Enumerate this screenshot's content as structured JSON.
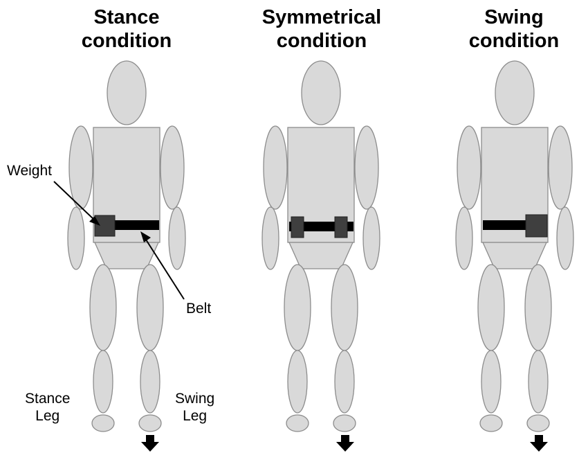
{
  "panels": [
    {
      "title_line1": "Stance",
      "title_line2": "condition"
    },
    {
      "title_line1": "Symmetrical",
      "title_line2": "condition"
    },
    {
      "title_line1": "Swing",
      "title_line2": "condition"
    }
  ],
  "labels": {
    "weight": "Weight",
    "belt": "Belt",
    "stance_leg_line1": "Stance",
    "stance_leg_line2": "Leg",
    "swing_leg_line1": "Swing",
    "swing_leg_line2": "Leg"
  },
  "colors": {
    "body": "#d9d9d9",
    "outline": "#8c8c8c",
    "belt": "#000000",
    "weight": "#3f3f3f"
  }
}
